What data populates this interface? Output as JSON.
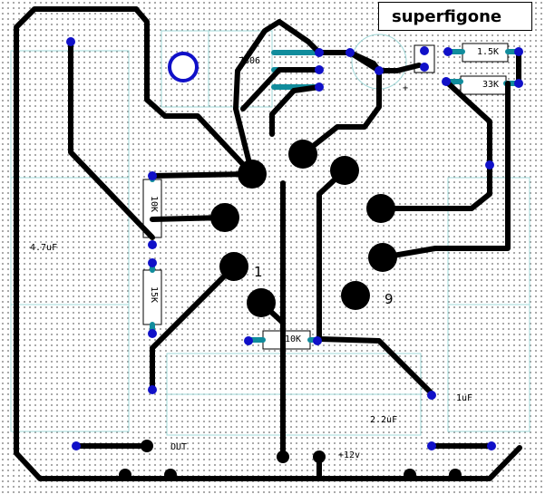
{
  "title": "superfigone",
  "labels": {
    "regulator": "7806",
    "r_1_5k": "1.5K",
    "r_33k": "33K",
    "r_10k_left": "10K",
    "r_15k": "15K",
    "r_10k_bottom": "10K",
    "cap_left": "4.7uF",
    "cap_bottom": "2.2uF",
    "cap_right": "1uF",
    "out": "OUT",
    "supply": "+12v",
    "pin1": "1",
    "pin9": "9",
    "plus": "+"
  },
  "colors": {
    "trace": "#000000",
    "pad": "#1010c8",
    "hole": "#8080ff",
    "lead": "#108c9c",
    "silkscreen": "#9fd8d8"
  },
  "icons": {
    "pad": "via-pad",
    "tube_pin": "large-round-pad",
    "regulator_hole": "mounting-hole"
  }
}
